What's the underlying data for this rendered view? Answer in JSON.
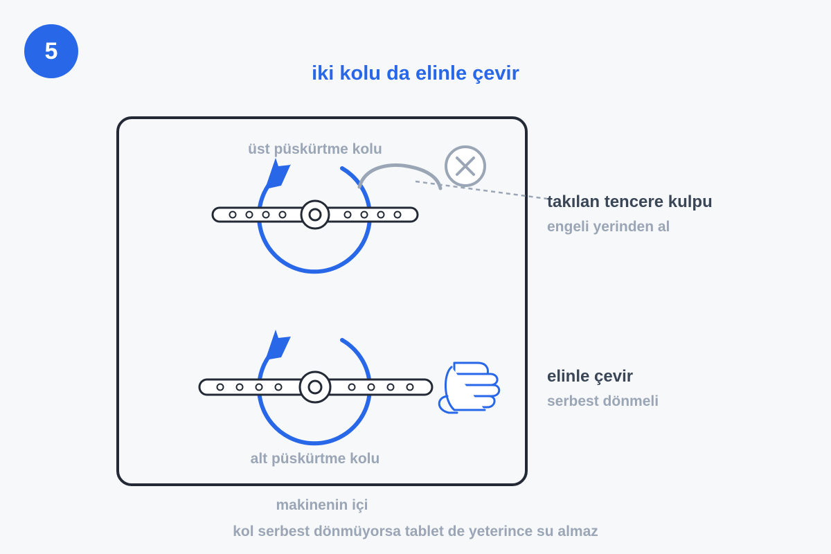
{
  "step": {
    "number": "5"
  },
  "title": "iki kolu da elinle çevir",
  "machine": {
    "upper_arm_label": "üst püskürtme kolu",
    "lower_arm_label": "alt püskürtme kolu",
    "interior_caption": "makinenin içi"
  },
  "callouts": {
    "obstacle": {
      "title": "takılan tencere kulpu",
      "subtitle": "engeli yerinden al"
    },
    "rotate": {
      "title": "elinle çevir",
      "subtitle": "serbest dönmeli"
    }
  },
  "footer_note": "kol serbest dönmüyorsa tablet de yeterince su almaz",
  "colors": {
    "accent": "#2767e8",
    "dark": "#232a36",
    "muted": "#9aa5b5"
  },
  "icons": {
    "obstacle": "x-circle-icon",
    "hand": "fist-icon"
  }
}
